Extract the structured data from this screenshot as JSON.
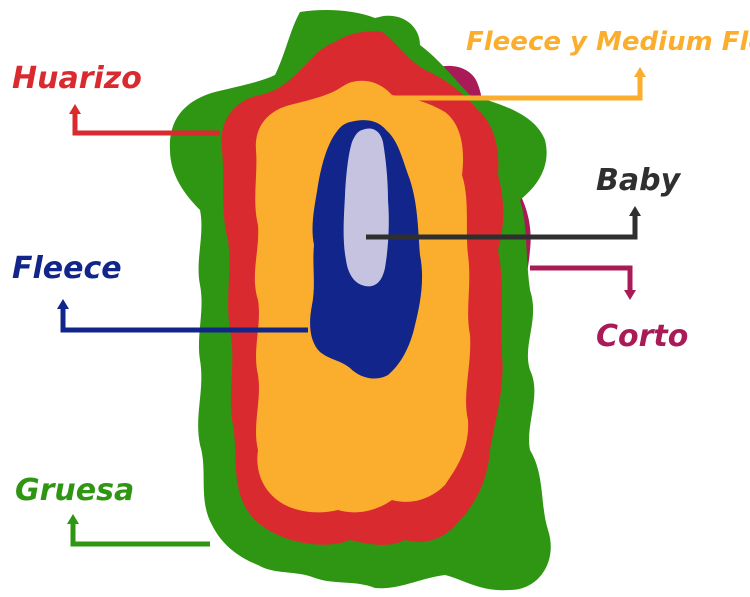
{
  "colors": {
    "background": "#ffffff",
    "gruesa": "#2e9612",
    "huarizo": "#d92b2f",
    "fleece_medium": "#fbae2d",
    "fleece": "#11258a",
    "baby": "#c6c3e1",
    "corto": "#a81b57",
    "baby_label": "#2f2f2f"
  },
  "labels": {
    "huarizo": "Huarizo",
    "fleece_medium": "Fleece y Medium Fleece",
    "baby": "Baby",
    "fleece": "Fleece",
    "corto": "Corto",
    "gruesa": "Gruesa"
  }
}
